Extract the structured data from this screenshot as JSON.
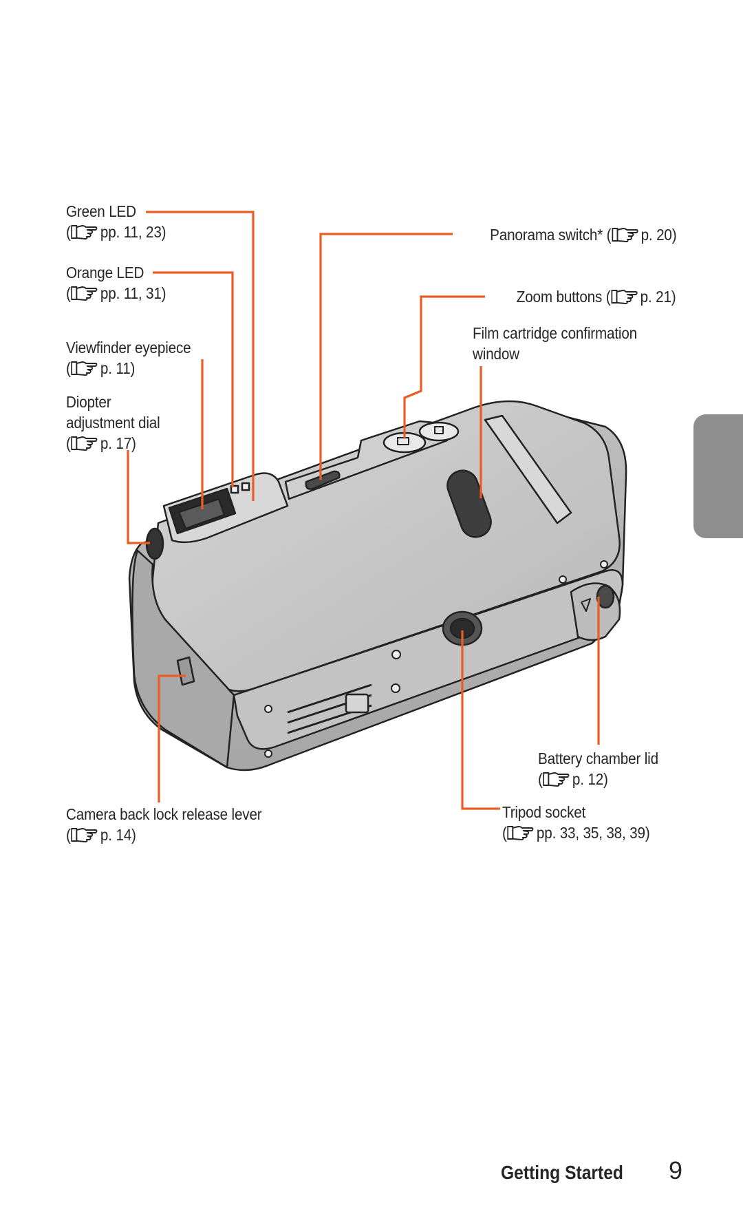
{
  "labels": {
    "green_led": {
      "name": "Green LED",
      "ref": "pp. 11, 23)"
    },
    "orange_led": {
      "name": "Orange LED",
      "ref": "pp. 11, 31)"
    },
    "viewfinder": {
      "name": "Viewfinder eyepiece",
      "ref": "p. 11)"
    },
    "diopter": {
      "name1": "Diopter",
      "name2": "adjustment dial",
      "ref": "p. 17)"
    },
    "panorama": {
      "name": "Panorama switch*",
      "ref": "p. 20)"
    },
    "zoom": {
      "name": "Zoom buttons",
      "ref": "p. 21)"
    },
    "film_window": {
      "name1": "Film cartridge confirmation",
      "name2": "window"
    },
    "battery": {
      "name": "Battery chamber lid",
      "ref": "p. 12)"
    },
    "tripod": {
      "name": "Tripod socket",
      "ref": "pp. 33, 35, 38, 39)"
    },
    "back_lock": {
      "name": "Camera back lock release lever",
      "ref": "p. 14)"
    }
  },
  "footer": {
    "section": "Getting Started",
    "page": "9"
  },
  "colors": {
    "leader": "#ea5d24",
    "tab": "#8e8e8e",
    "body": "#c9c9c9"
  },
  "icons": {
    "reference": "pointing-hand-icon"
  }
}
